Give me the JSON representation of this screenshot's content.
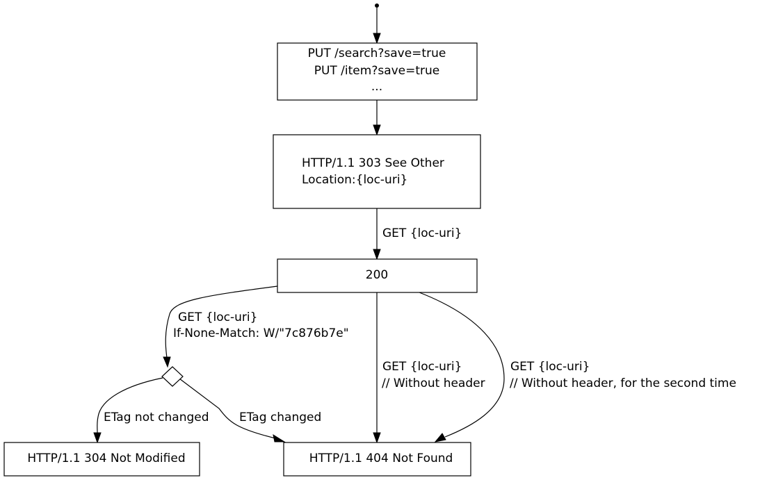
{
  "nodes": {
    "put_request": {
      "lines": [
        "PUT /search?save=true",
        "PUT /item?save=true",
        "..."
      ]
    },
    "see_other": {
      "lines": [
        "HTTP/1.1 303 See Other",
        "Location:{loc-uri}"
      ]
    },
    "ok_200": {
      "label": "200"
    },
    "not_modified": {
      "label": "HTTP/1.1 304 Not Modified"
    },
    "not_found": {
      "label": "HTTP/1.1 404 Not Found"
    }
  },
  "edges": {
    "to_200": {
      "label": "GET {loc-uri}"
    },
    "conditional_get": {
      "lines": [
        "GET {loc-uri}",
        "If-None-Match: W/\"7c876b7e\""
      ]
    },
    "without_header": {
      "lines": [
        "GET {loc-uri}",
        "// Without header"
      ]
    },
    "without_header_second": {
      "lines": [
        "GET {loc-uri}",
        "// Without header, for the second time"
      ]
    },
    "etag_not_changed": {
      "label": "ETag not changed"
    },
    "etag_changed": {
      "label": "ETag changed"
    }
  }
}
